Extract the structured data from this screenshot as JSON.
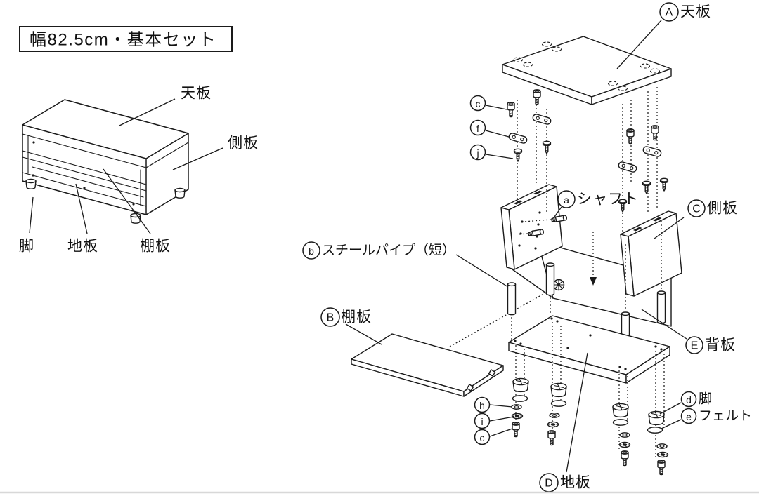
{
  "page": {
    "title": "幅82.5cm・基本セット",
    "background": "#ffffff",
    "line_color": "#1a1a1a",
    "footer_divider_color": "#d8d8d8"
  },
  "assembled": {
    "labels": {
      "top_board": "天板",
      "side_board": "側板",
      "leg": "脚",
      "bottom_board": "地板",
      "shelf_board": "棚板"
    }
  },
  "exploded": {
    "top_board": {
      "letter": "A",
      "label": "天板"
    },
    "shelf_board": {
      "letter": "B",
      "label": "棚板"
    },
    "side_board": {
      "letter": "C",
      "label": "側板"
    },
    "bottom_board": {
      "letter": "D",
      "label": "地板"
    },
    "back_board": {
      "letter": "E",
      "label": "背板"
    },
    "shaft": {
      "letter": "a",
      "label": "シャフト"
    },
    "steel_pipe": {
      "letter": "b",
      "label": "スチールパイプ（短）"
    },
    "leg": {
      "letter": "d",
      "label": "脚"
    },
    "felt": {
      "letter": "e",
      "label": "フェルト"
    },
    "cap_bolt": {
      "letter": "c"
    },
    "bracket": {
      "letter": "f"
    },
    "flat_screw": {
      "letter": "j"
    },
    "washer": {
      "letter": "h"
    },
    "spring_washer": {
      "letter": "i"
    },
    "cap_bolt_2": {
      "letter": "c"
    }
  }
}
